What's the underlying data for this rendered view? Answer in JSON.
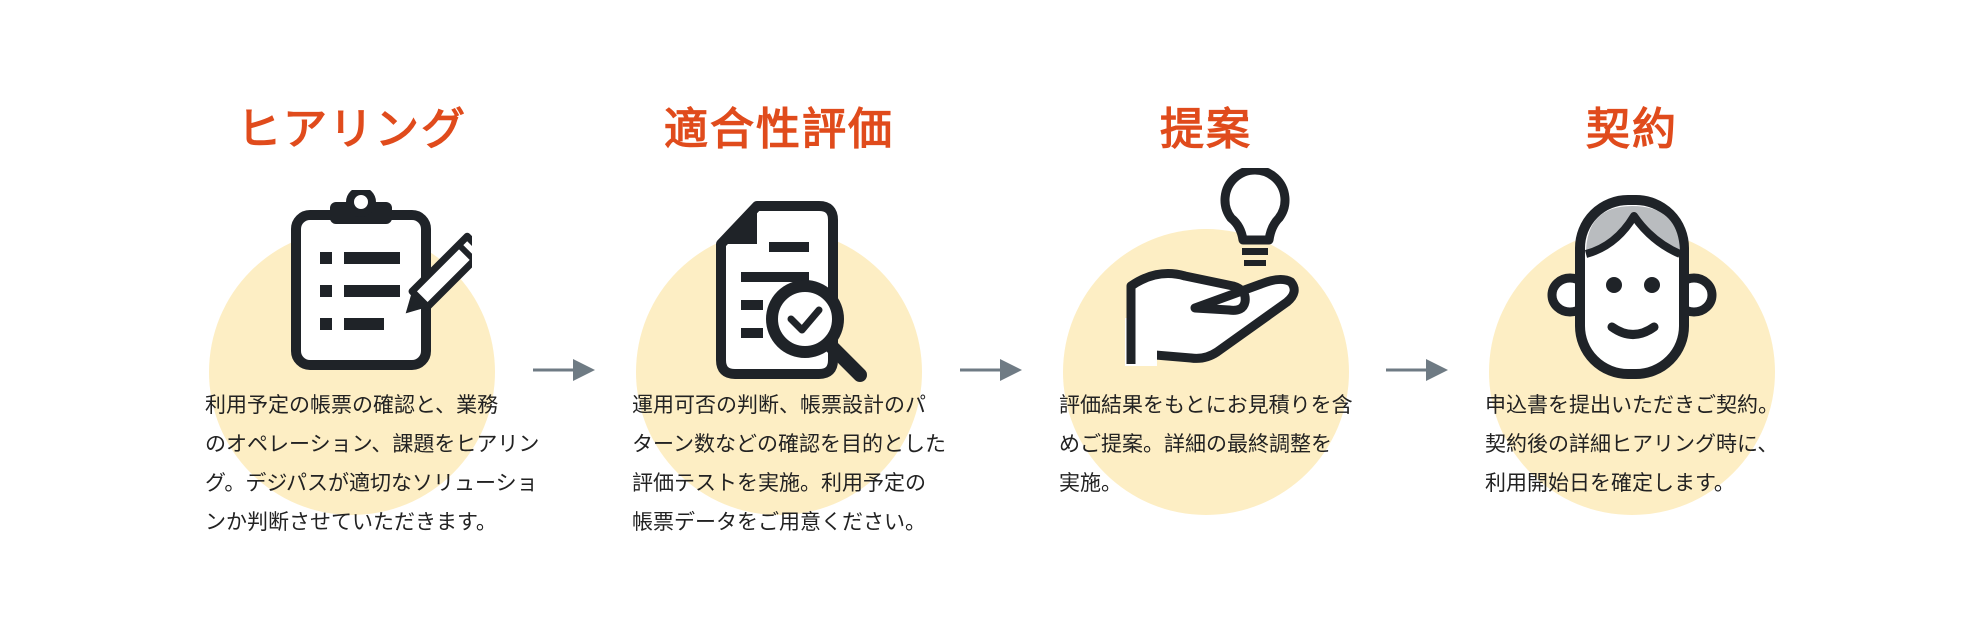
{
  "steps": [
    {
      "title": "ヒアリング",
      "icon": "clipboard-pencil-icon",
      "lines": [
        "利用予定の帳票の確認と、業務",
        "のオペレーション、課題をヒアリン",
        "グ。デジパスが適切なソリューショ",
        "ンか判断させていただきます。"
      ]
    },
    {
      "title": "適合性評価",
      "icon": "document-magnifier-check-icon",
      "lines": [
        "運用可否の判断、帳票設計のパ",
        "ターン数などの確認を目的とした",
        "評価テストを実施。利用予定の",
        "帳票データをご用意ください。"
      ]
    },
    {
      "title": "提案",
      "icon": "hand-lightbulb-icon",
      "lines": [
        "評価結果をもとにお見積りを含",
        "めご提案。詳細の最終調整を",
        "実施。"
      ]
    },
    {
      "title": "契約",
      "icon": "person-face-icon",
      "lines": [
        "申込書を提出いただきご契約。",
        "契約後の詳細ヒアリング時に、",
        "利用開始日を確定します。"
      ]
    }
  ],
  "colors": {
    "title": "#e04b1c",
    "circle": "#fdeec4",
    "icon": "#1f2328",
    "arrow": "#6f7b84",
    "text": "#222222"
  }
}
